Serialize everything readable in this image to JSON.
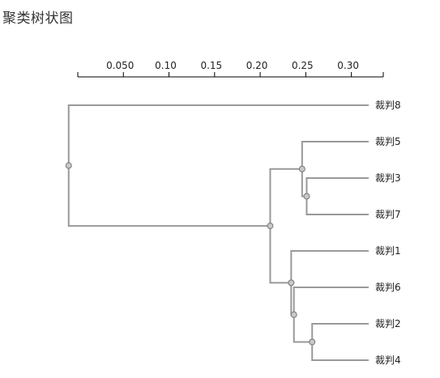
{
  "title": "聚类树状图",
  "chart_data": {
    "type": "dendrogram",
    "orientation": "left-to-right",
    "axis_ticks": [
      0.05,
      0.1,
      0.15,
      0.2,
      0.25,
      0.3
    ],
    "axis_tick_labels": [
      "0.050",
      "0.10",
      "0.15",
      "0.20",
      "0.25",
      "0.30"
    ],
    "axis_range": [
      0.0,
      0.335
    ],
    "leaves": [
      "裁判8",
      "裁判5",
      "裁判3",
      "裁判7",
      "裁判1",
      "裁判6",
      "裁判2",
      "裁判4"
    ],
    "merges": [
      {
        "id": "m37",
        "children": [
          "裁判3",
          "裁判7"
        ],
        "height": 0.084
      },
      {
        "id": "m24",
        "children": [
          "裁判2",
          "裁判4"
        ],
        "height": 0.078
      },
      {
        "id": "m5_37",
        "children": [
          "裁判5",
          "m37"
        ],
        "height": 0.089
      },
      {
        "id": "m6_24",
        "children": [
          "裁判6",
          "m24"
        ],
        "height": 0.098
      },
      {
        "id": "m1_624",
        "children": [
          "裁判1",
          "m6_24"
        ],
        "height": 0.101
      },
      {
        "id": "m_mid",
        "children": [
          "m5_37",
          "m1_624"
        ],
        "height": 0.124
      },
      {
        "id": "root",
        "children": [
          "裁判8",
          "m_mid"
        ],
        "height": 0.345
      }
    ],
    "colors": {
      "branch": "#999999",
      "node_fill": "#c8c8c8"
    }
  }
}
